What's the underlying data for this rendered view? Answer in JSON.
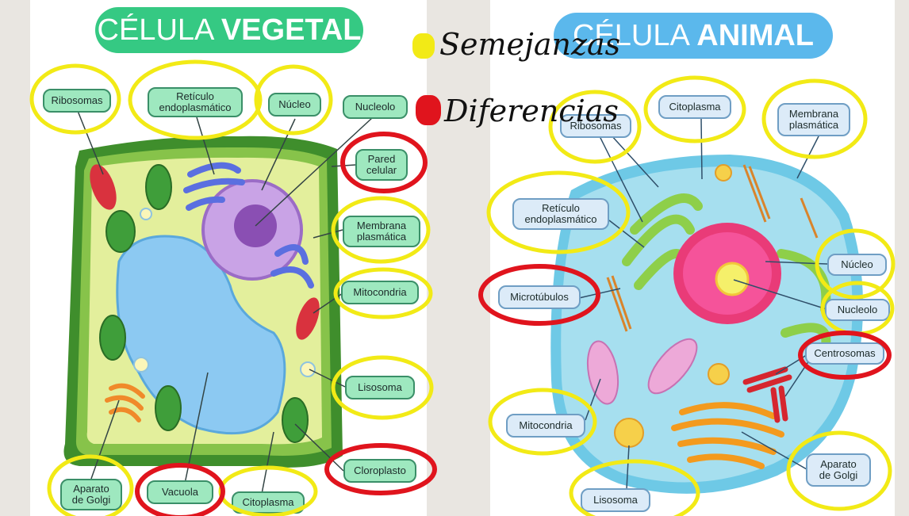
{
  "plant_cell": {
    "title_light": "CÉLULA ",
    "title_bold": "VEGETAL",
    "labels": {
      "ribosomas": "Ribosomas",
      "reticulo": "Retículo\nendoplasmático",
      "nucleo": "Núcleo",
      "nucleolo": "Nucleolo",
      "pared": "Pared\ncelular",
      "membrana": "Membrana\nplasmática",
      "mitocondria": "Mitocondria",
      "lisosoma": "Lisosoma",
      "cloroplasto": "Cloroplasto",
      "citoplasma": "Citoplasma",
      "vacuola": "Vacuola",
      "golgi": "Aparato\nde Golgi"
    }
  },
  "animal_cell": {
    "title_light": "CÉLULA ",
    "title_bold": "ANIMAL",
    "labels": {
      "ribosomas": "Ribosomas",
      "citoplasma": "Citoplasma",
      "membrana": "Membrana\nplasmática",
      "reticulo": "Retículo\nendoplasmático",
      "nucleo": "Núcleo",
      "microtubulos": "Microtúbulos",
      "nucleolo": "Nucleolo",
      "centrosomas": "Centrosomas",
      "mitocondria": "Mitocondria",
      "lisosoma": "Lisosoma",
      "golgi": "Aparato\nde Golgi"
    }
  },
  "legend": {
    "similarities": "Semejanzas",
    "differences": "Diferencias",
    "similarities_color": "#f2ea16",
    "differences_color": "#e0141d"
  }
}
